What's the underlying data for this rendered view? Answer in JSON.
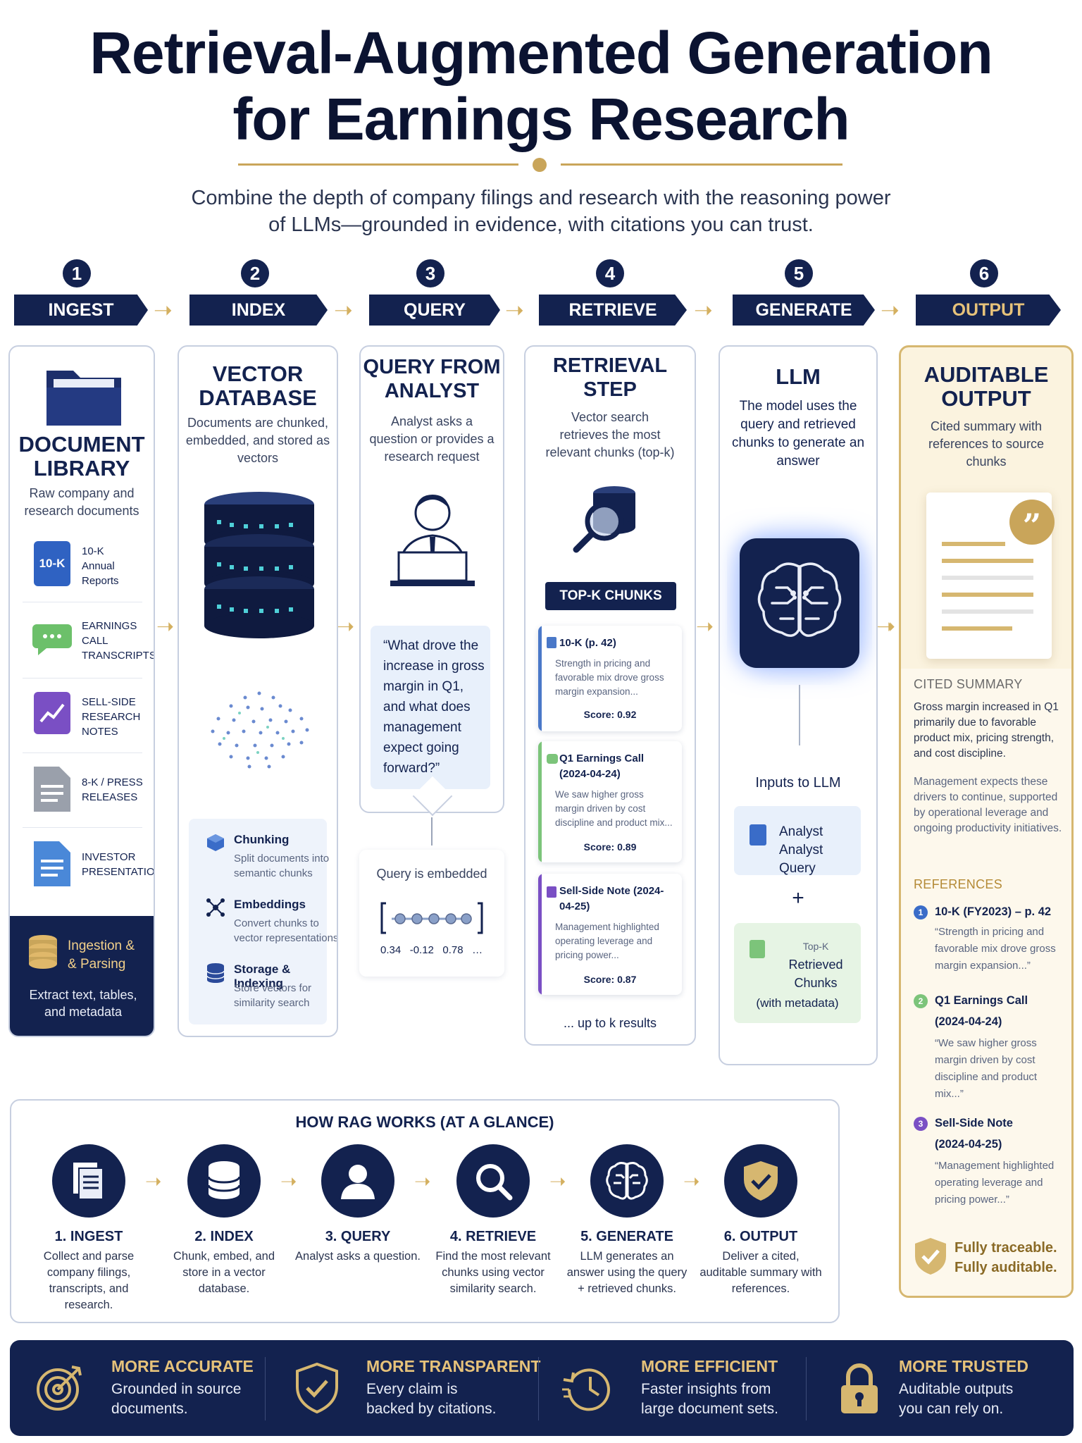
{
  "header": {
    "title_line1": "Retrieval-Augmented Generation",
    "title_line2": "for Earnings Research",
    "subtitle_line1": "Combine the depth of company filings and research with the reasoning power",
    "subtitle_line2": "of LLMs—grounded in evidence, with citations you can trust."
  },
  "steps": [
    {
      "num": "1",
      "label": "INGEST"
    },
    {
      "num": "2",
      "label": "INDEX"
    },
    {
      "num": "3",
      "label": "QUERY"
    },
    {
      "num": "4",
      "label": "RETRIEVE"
    },
    {
      "num": "5",
      "label": "GENERATE"
    },
    {
      "num": "6",
      "label": "OUTPUT"
    }
  ],
  "ingest": {
    "title_l1": "DOCUMENT",
    "title_l2": "LIBRARY",
    "desc": "Raw company and research documents",
    "docs": [
      {
        "icon": "10-K",
        "l1": "10-K",
        "l2": "Annual",
        "l3": "Reports"
      },
      {
        "l1": "EARNINGS",
        "l2": "CALL",
        "l3": "TRANSCRIPTS"
      },
      {
        "l1": "SELL-SIDE",
        "l2": "RESEARCH",
        "l3": "NOTES"
      },
      {
        "l1": "8-K / PRESS",
        "l2": "RELEASES",
        "l3": ""
      },
      {
        "l1": "INVESTOR",
        "l2": "PRESENTATIONS",
        "l3": ""
      }
    ],
    "footer_title_l1": "Ingestion &",
    "footer_title_l2": "& Parsing",
    "footer_desc": "Extract text, tables, and metadata"
  },
  "index": {
    "title_l1": "VECTOR",
    "title_l2": "DATABASE",
    "desc": "Documents are chunked, embedded, and stored as vectors",
    "features": [
      {
        "title": "Chunking",
        "desc": "Split documents into semantic chunks"
      },
      {
        "title": "Embeddings",
        "desc": "Convert chunks to vector representations"
      },
      {
        "title": "Storage & Indexing",
        "desc": "Store vectors for similarity search"
      }
    ]
  },
  "query": {
    "title_l1": "QUERY FROM",
    "title_l2": "ANALYST",
    "desc": "Analyst asks a question or provides a research request",
    "question": "“What drove the increase in gross margin in Q1, and what does management expect going forward?”",
    "embedded_label": "Query is embedded",
    "vector_values": "0.34   -0.12   0.78   …"
  },
  "retrieve": {
    "title_l1": "RETRIEVAL",
    "title_l2": "STEP",
    "desc": "Vector search retrieves the most relevant chunks (top-k)",
    "badge": "TOP-K CHUNKS",
    "chunks": [
      {
        "title": "10-K (p. 42)",
        "text": "Strength in pricing and favorable mix drove gross margin expansion...",
        "score": "Score: 0.92"
      },
      {
        "title": "Q1 Earnings Call (2024-04-24)",
        "text": "We saw higher gross margin driven by cost discipline and product mix...",
        "score": "Score: 0.89"
      },
      {
        "title": "Sell-Side Note (2024-04-25)",
        "text": "Management highlighted operating leverage and pricing power...",
        "score": "Score: 0.87"
      }
    ],
    "more": "... up to k results"
  },
  "generate": {
    "title": "LLM",
    "desc": "The model uses the query and retrieved chunks to generate an answer",
    "inputs_label": "Inputs to LLM",
    "input1": "Analyst Query",
    "input1_top": "Analyst",
    "plus": "+",
    "input2_l1": "Top-K",
    "input2_l2": "Retrieved",
    "input2_l3": "Chunks",
    "input2_l4": "(with metadata)"
  },
  "output": {
    "title_l1": "AUDITABLE",
    "title_l2": "OUTPUT",
    "desc": "Cited summary with references to source chunks",
    "summary_label": "CITED SUMMARY",
    "summary_p1": "Gross margin increased in Q1 primarily due to favorable product mix, pricing strength, and cost discipline.",
    "summary_p2": "Management expects these drivers to continue, supported by operational leverage and ongoing productivity initiatives.",
    "refs_label": "REFERENCES",
    "refs": [
      {
        "num": "1",
        "title": "10-K (FY2023) – p. 42",
        "quote": "“Strength in pricing and favorable mix drove gross margin expansion...”"
      },
      {
        "num": "2",
        "title": "Q1 Earnings Call (2024-04-24)",
        "quote": "“We saw higher gross margin driven by cost discipline and product mix...”"
      },
      {
        "num": "3",
        "title": "Sell-Side Note (2024-04-25)",
        "quote": "“Management highlighted operating leverage and pricing power...”"
      }
    ],
    "trace_l1": "Fully traceable.",
    "trace_l2": "Fully auditable."
  },
  "glance": {
    "title": "HOW RAG WORKS (AT A GLANCE)",
    "items": [
      {
        "name": "1. INGEST",
        "desc": "Collect and parse company filings, transcripts, and research."
      },
      {
        "name": "2. INDEX",
        "desc": "Chunk, embed, and store in a vector database."
      },
      {
        "name": "3. QUERY",
        "desc": "Analyst asks a question."
      },
      {
        "name": "4. RETRIEVE",
        "desc": "Find the most relevant chunks using vector similarity search."
      },
      {
        "name": "5. GENERATE",
        "desc": "LLM generates an answer using the query + retrieved chunks."
      },
      {
        "name": "6. OUTPUT",
        "desc": "Deliver a cited, auditable summary with references."
      }
    ]
  },
  "benefits": [
    {
      "title": "MORE ACCURATE",
      "desc": "Grounded in source documents."
    },
    {
      "title": "MORE TRANSPARENT",
      "desc": "Every claim is backed by citations."
    },
    {
      "title": "MORE EFFICIENT",
      "desc": "Faster insights from large document sets."
    },
    {
      "title": "MORE TRUSTED",
      "desc": "Auditable outputs you can rely on."
    }
  ],
  "colors": {
    "navy": "#13224f",
    "gold": "#c9a55a",
    "blue_accent": "#4a78c8",
    "green_accent": "#7cc47a",
    "purple_accent": "#7a4fc4"
  }
}
